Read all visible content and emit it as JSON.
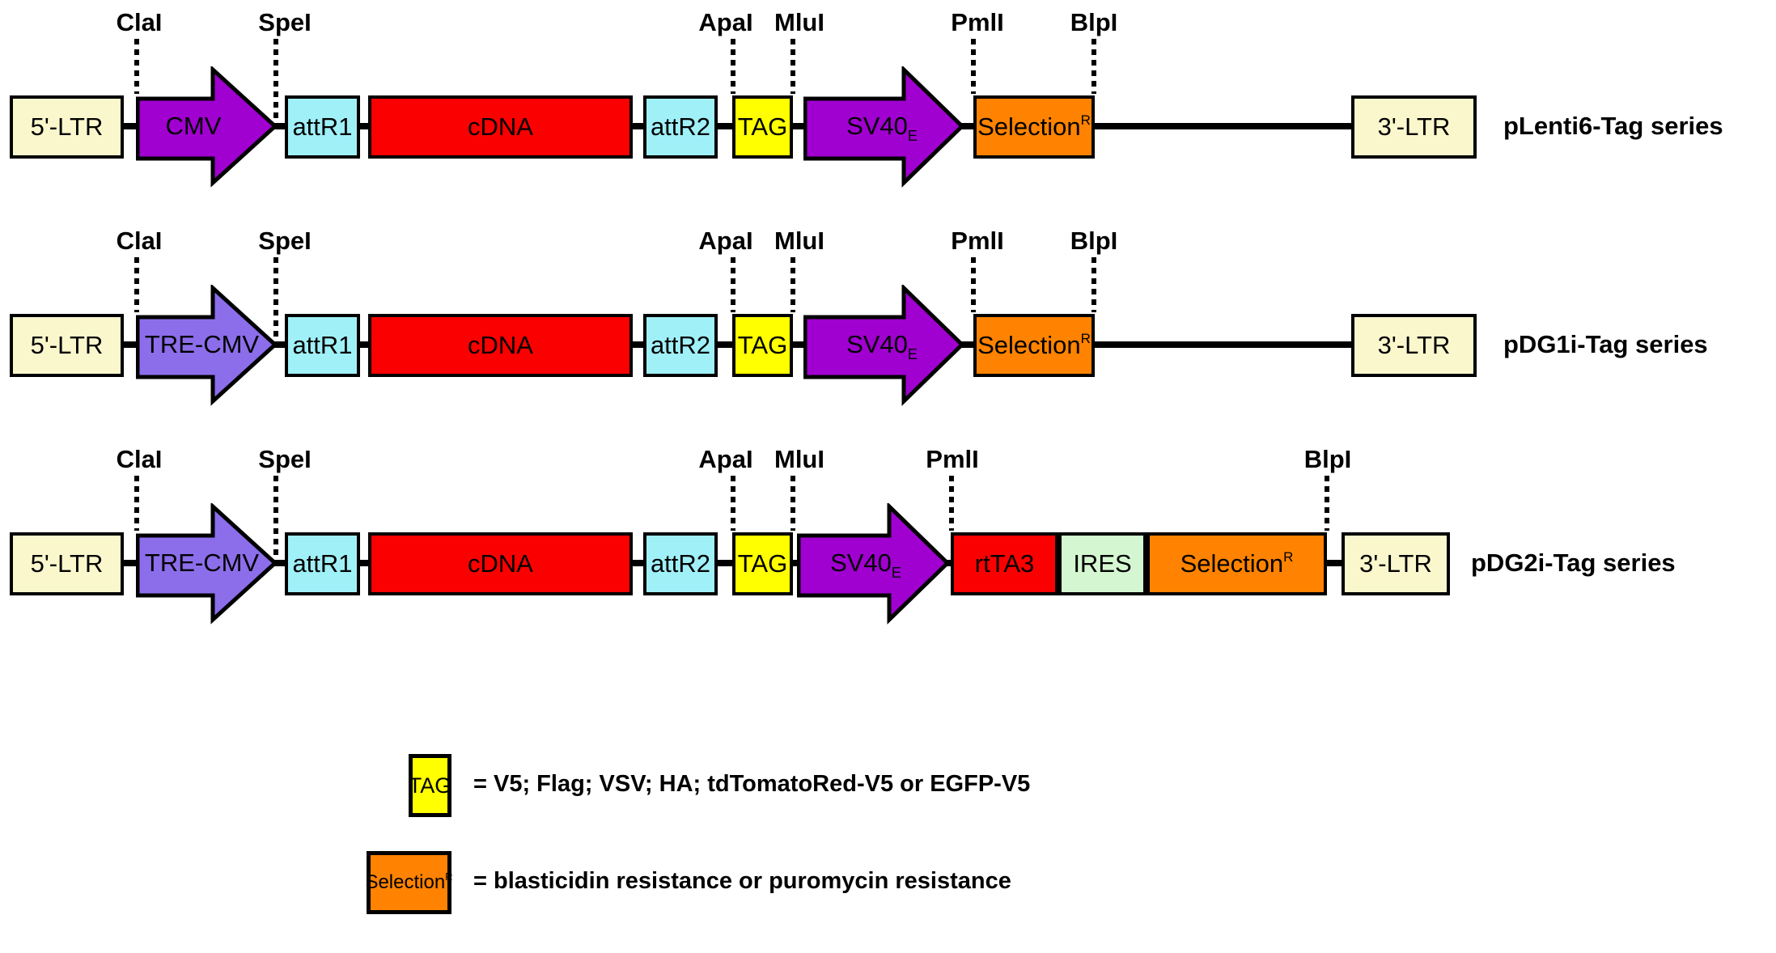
{
  "colors": {
    "ltr_fill": "#FAF7CD",
    "promoter_cmv_fill": "#A000D0",
    "promoter_tre_fill": "#8C6EEB",
    "attr_fill": "#A0F0F8",
    "cdna_fill": "#FA0000",
    "tag_fill": "#FFFF00",
    "sv40_fill": "#A000D0",
    "selection_fill": "#FF8300",
    "ires_fill": "#D4F7D2",
    "rtta3_fill": "#FA0000",
    "outline": "#000000"
  },
  "rows": [
    {
      "series": "pLenti6-Tag series",
      "promoter": "CMV",
      "enzymes": {
        "e1": "ClaI",
        "e2": "SpeI",
        "e3": "ApaI",
        "e4": "MluI",
        "e5": "PmlI",
        "e6": "BlpI"
      },
      "boxes": {
        "ltr5": "5'-LTR",
        "attr1": "attR1",
        "cdna": "cDNA",
        "attr2": "attR2",
        "tag": "TAG",
        "sv40": "SV40",
        "sv40_sub": "E",
        "selection": "Selection",
        "selection_sup": "R",
        "ltr3": "3'-LTR"
      }
    },
    {
      "series": "pDG1i-Tag series",
      "promoter": "TRE-CMV",
      "enzymes": {
        "e1": "ClaI",
        "e2": "SpeI",
        "e3": "ApaI",
        "e4": "MluI",
        "e5": "PmlI",
        "e6": "BlpI"
      },
      "boxes": {
        "ltr5": "5'-LTR",
        "attr1": "attR1",
        "cdna": "cDNA",
        "attr2": "attR2",
        "tag": "TAG",
        "sv40": "SV40",
        "sv40_sub": "E",
        "selection": "Selection",
        "selection_sup": "R",
        "ltr3": "3'-LTR"
      }
    },
    {
      "series": "pDG2i-Tag series",
      "promoter": "TRE-CMV",
      "enzymes": {
        "e1": "ClaI",
        "e2": "SpeI",
        "e3": "ApaI",
        "e4": "MluI",
        "e5": "PmlI",
        "e6": "BlpI"
      },
      "boxes": {
        "ltr5": "5'-LTR",
        "attr1": "attR1",
        "cdna": "cDNA",
        "attr2": "attR2",
        "tag": "TAG",
        "sv40": "SV40",
        "sv40_sub": "E",
        "rtta3": "rtTA3",
        "ires": "IRES",
        "selection": "Selection",
        "selection_sup": "R",
        "ltr3": "3'-LTR"
      }
    }
  ],
  "legend": {
    "tag_label": "TAG",
    "tag_desc": "= V5; Flag; VSV; HA; tdTomatoRed-V5 or EGFP-V5",
    "selection_label": "Selection",
    "selection_sup": "R",
    "selection_desc": "= blasticidin resistance or puromycin resistance"
  }
}
